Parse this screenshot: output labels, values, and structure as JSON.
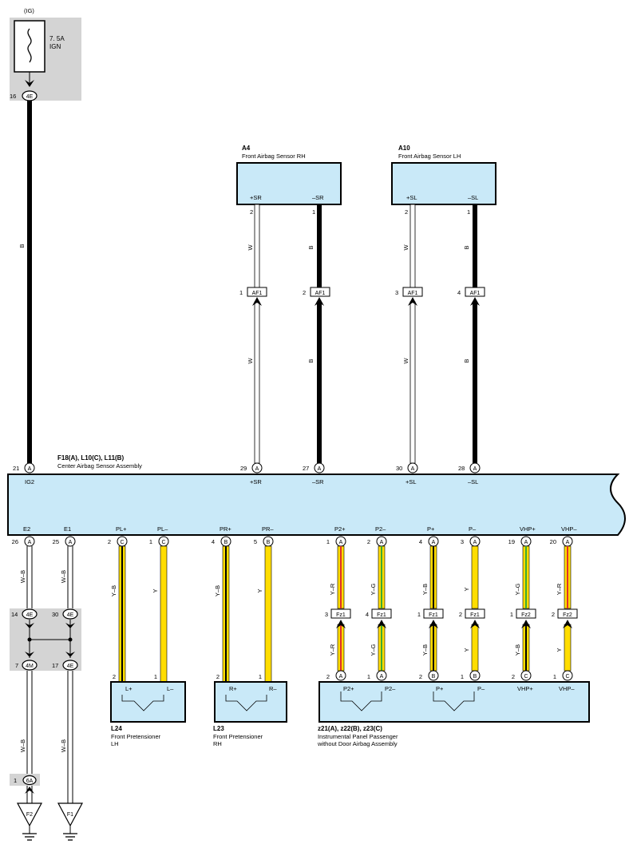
{
  "fuse": {
    "source": "(IG)",
    "rating": "7. 5A",
    "name": "IGN",
    "pin": "16",
    "conn": "4E",
    "wire": "B"
  },
  "ecu": {
    "code": "F18(A), L10(C), L11(B)",
    "name": "Center Airbag Sensor Assembly",
    "top_terms": [
      {
        "pin": "21",
        "conn": "A",
        "label": "IG2"
      },
      {
        "pin": "29",
        "conn": "A",
        "label": "+SR"
      },
      {
        "pin": "27",
        "conn": "A",
        "label": "–SR"
      },
      {
        "pin": "30",
        "conn": "A",
        "label": "+SL"
      },
      {
        "pin": "28",
        "conn": "A",
        "label": "–SL"
      }
    ],
    "bottom_terms": [
      {
        "pin": "26",
        "conn": "A",
        "label": "E2"
      },
      {
        "pin": "25",
        "conn": "A",
        "label": "E1"
      },
      {
        "pin": "2",
        "conn": "C",
        "label": "PL+"
      },
      {
        "pin": "1",
        "conn": "C",
        "label": "PL–"
      },
      {
        "pin": "4",
        "conn": "B",
        "label": "PR+"
      },
      {
        "pin": "5",
        "conn": "B",
        "label": "PR–"
      },
      {
        "pin": "1",
        "conn": "A",
        "label": "P2+"
      },
      {
        "pin": "2",
        "conn": "A",
        "label": "P2–"
      },
      {
        "pin": "4",
        "conn": "A",
        "label": "P+"
      },
      {
        "pin": "3",
        "conn": "A",
        "label": "P–"
      },
      {
        "pin": "19",
        "conn": "A",
        "label": "VHP+"
      },
      {
        "pin": "20",
        "conn": "A",
        "label": "VHP–"
      }
    ]
  },
  "sensors": [
    {
      "code": "A4",
      "name": "Front Airbag Sensor RH",
      "pos": "+SR",
      "neg": "–SR",
      "pin_pos": "2",
      "pin_neg": "1",
      "conn_pos": {
        "pin": "1",
        "conn": "AF1"
      },
      "conn_neg": {
        "pin": "2",
        "conn": "AF1"
      },
      "wire_pos": "W",
      "wire_neg": "B"
    },
    {
      "code": "A10",
      "name": "Front Airbag Sensor LH",
      "pos": "+SL",
      "neg": "–SL",
      "pin_pos": "2",
      "pin_neg": "1",
      "conn_pos": {
        "pin": "3",
        "conn": "AF1"
      },
      "conn_neg": {
        "pin": "4",
        "conn": "AF1"
      },
      "wire_pos": "W",
      "wire_neg": "B"
    }
  ],
  "ground_wires": [
    {
      "wire_top": "W–B",
      "j_top": {
        "pin": "14",
        "conn": "4E"
      },
      "j_bot": {
        "pin": "7",
        "conn": "4M"
      },
      "wire_bot": "W–B",
      "ext": {
        "pin": "1",
        "conn": "6A"
      },
      "ground": "F2"
    },
    {
      "wire_top": "W–B",
      "j_top": {
        "pin": "30",
        "conn": "4E"
      },
      "j_bot": {
        "pin": "17",
        "conn": "4E"
      },
      "wire_bot": "W–B",
      "ground": "F1"
    }
  ],
  "pretensioner_wires": [
    {
      "wire": "Y–B",
      "end_pin": "2"
    },
    {
      "wire": "Y",
      "end_pin": "1"
    },
    {
      "wire": "Y–B",
      "end_pin": "2"
    },
    {
      "wire": "Y",
      "end_pin": "1"
    }
  ],
  "passenger_wires": [
    {
      "wire_top": "Y–R",
      "inline": {
        "pin": "3",
        "conn": "Fz1"
      },
      "wire_bot": "Y–R",
      "end": {
        "pin": "2",
        "conn": "A"
      }
    },
    {
      "wire_top": "Y–G",
      "inline": {
        "pin": "4",
        "conn": "Fz1"
      },
      "wire_bot": "Y–G",
      "end": {
        "pin": "1",
        "conn": "A"
      }
    },
    {
      "wire_top": "Y–B",
      "inline": {
        "pin": "1",
        "conn": "Fz1"
      },
      "wire_bot": "Y–B",
      "end": {
        "pin": "2",
        "conn": "B"
      }
    },
    {
      "wire_top": "Y",
      "inline": {
        "pin": "2",
        "conn": "Fz1"
      },
      "wire_bot": "Y",
      "end": {
        "pin": "1",
        "conn": "B"
      }
    },
    {
      "wire_top": "Y–G",
      "inline": {
        "pin": "1",
        "conn": "Fz2"
      },
      "wire_bot": "Y–B",
      "end": {
        "pin": "2",
        "conn": "C"
      }
    },
    {
      "wire_top": "Y–R",
      "inline": {
        "pin": "2",
        "conn": "Fz2"
      },
      "wire_bot": "Y",
      "end": {
        "pin": "1",
        "conn": "C"
      }
    }
  ],
  "devices": [
    {
      "code": "L24",
      "name": "Front Pretensioner",
      "side": "LH",
      "pos": "L+",
      "neg": "L–"
    },
    {
      "code": "L23",
      "name": "Front Pretensioner",
      "side": "RH",
      "pos": "R+",
      "neg": "R–"
    },
    {
      "code": "z21(A), z22(B), z23(C)",
      "name": "Instrumental Panel Passenger",
      "side": "without Door Airbag Assembly",
      "labels": [
        "P2+",
        "P2–",
        "P+",
        "P–",
        "VHP+",
        "VHP–"
      ]
    }
  ],
  "colors": {
    "B": "#000000",
    "W": "#ffffff",
    "Y": "#ffdd00",
    "R": "#e0302a",
    "G": "#3aa935",
    "box_fill": "#c9e9f8",
    "junction_bg": "#d4d4d4"
  }
}
